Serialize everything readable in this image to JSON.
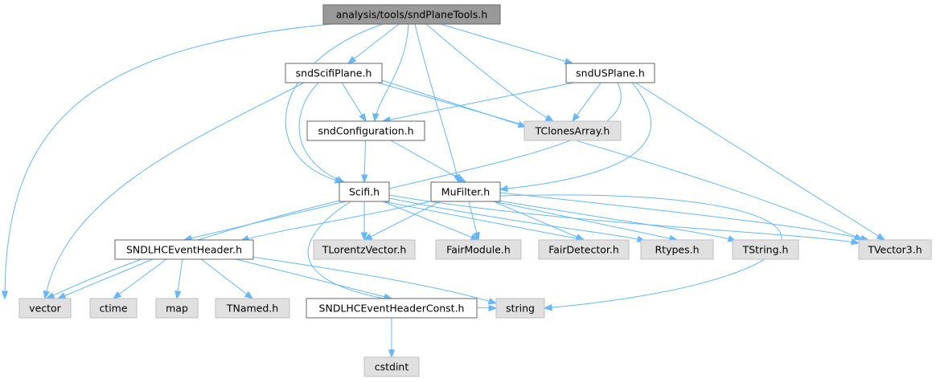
{
  "diagram": {
    "colors": {
      "edge": "#63b8ff",
      "root_fill": "#999999",
      "root_border": "#666666",
      "header_fill": "#ffffff",
      "header_border": "#666666",
      "system_fill": "#e0e0e0",
      "system_border": "#bfbfbf"
    },
    "nodes": [
      {
        "id": "root",
        "label": "analysis/tools/sndPlaneTools.h",
        "style": "root"
      },
      {
        "id": "scifiplane",
        "label": "sndScifiPlane.h",
        "style": "header"
      },
      {
        "id": "usplane",
        "label": "sndUSPlane.h",
        "style": "header"
      },
      {
        "id": "config",
        "label": "sndConfiguration.h",
        "style": "header"
      },
      {
        "id": "tclones",
        "label": "TClonesArray.h",
        "style": "system"
      },
      {
        "id": "scifi",
        "label": "Scifi.h",
        "style": "header"
      },
      {
        "id": "mufilter",
        "label": "MuFilter.h",
        "style": "header"
      },
      {
        "id": "evheader",
        "label": "SNDLHCEventHeader.h",
        "style": "header"
      },
      {
        "id": "tlorentz",
        "label": "TLorentzVector.h",
        "style": "system"
      },
      {
        "id": "fairmodule",
        "label": "FairModule.h",
        "style": "system"
      },
      {
        "id": "fairdetector",
        "label": "FairDetector.h",
        "style": "system"
      },
      {
        "id": "rtypes",
        "label": "Rtypes.h",
        "style": "system"
      },
      {
        "id": "tstring",
        "label": "TString.h",
        "style": "system"
      },
      {
        "id": "tvector3",
        "label": "TVector3.h",
        "style": "system"
      },
      {
        "id": "vector",
        "label": "vector",
        "style": "system"
      },
      {
        "id": "ctime",
        "label": "ctime",
        "style": "system"
      },
      {
        "id": "map",
        "label": "map",
        "style": "system"
      },
      {
        "id": "tnamed",
        "label": "TNamed.h",
        "style": "system"
      },
      {
        "id": "evconst",
        "label": "SNDLHCEventHeaderConst.h",
        "style": "header"
      },
      {
        "id": "string",
        "label": "string",
        "style": "system"
      },
      {
        "id": "cstdint",
        "label": "cstdint",
        "style": "system"
      }
    ],
    "edges": [
      {
        "from": "root",
        "to": "vector"
      },
      {
        "from": "root",
        "to": "scifiplane"
      },
      {
        "from": "root",
        "to": "usplane"
      },
      {
        "from": "root",
        "to": "config"
      },
      {
        "from": "root",
        "to": "tclones"
      },
      {
        "from": "root",
        "to": "scifi"
      },
      {
        "from": "root",
        "to": "mufilter"
      },
      {
        "from": "scifiplane",
        "to": "config"
      },
      {
        "from": "scifiplane",
        "to": "tclones"
      },
      {
        "from": "scifiplane",
        "to": "scifi"
      },
      {
        "from": "scifiplane",
        "to": "vector"
      },
      {
        "from": "scifiplane",
        "to": "tvector3"
      },
      {
        "from": "usplane",
        "to": "config"
      },
      {
        "from": "usplane",
        "to": "tclones"
      },
      {
        "from": "usplane",
        "to": "mufilter"
      },
      {
        "from": "usplane",
        "to": "vector"
      },
      {
        "from": "usplane",
        "to": "tvector3"
      },
      {
        "from": "config",
        "to": "scifi"
      },
      {
        "from": "config",
        "to": "mufilter"
      },
      {
        "from": "scifi",
        "to": "evheader"
      },
      {
        "from": "scifi",
        "to": "tlorentz"
      },
      {
        "from": "scifi",
        "to": "fairmodule"
      },
      {
        "from": "scifi",
        "to": "fairdetector"
      },
      {
        "from": "scifi",
        "to": "rtypes"
      },
      {
        "from": "scifi",
        "to": "tvector3"
      },
      {
        "from": "scifi",
        "to": "string"
      },
      {
        "from": "mufilter",
        "to": "evheader"
      },
      {
        "from": "mufilter",
        "to": "tlorentz"
      },
      {
        "from": "mufilter",
        "to": "fairmodule"
      },
      {
        "from": "mufilter",
        "to": "fairdetector"
      },
      {
        "from": "mufilter",
        "to": "rtypes"
      },
      {
        "from": "mufilter",
        "to": "tstring"
      },
      {
        "from": "mufilter",
        "to": "tvector3"
      },
      {
        "from": "mufilter",
        "to": "string"
      },
      {
        "from": "evheader",
        "to": "vector"
      },
      {
        "from": "evheader",
        "to": "ctime"
      },
      {
        "from": "evheader",
        "to": "map"
      },
      {
        "from": "evheader",
        "to": "tnamed"
      },
      {
        "from": "evheader",
        "to": "evconst"
      },
      {
        "from": "evheader",
        "to": "string"
      },
      {
        "from": "evconst",
        "to": "cstdint"
      }
    ]
  }
}
